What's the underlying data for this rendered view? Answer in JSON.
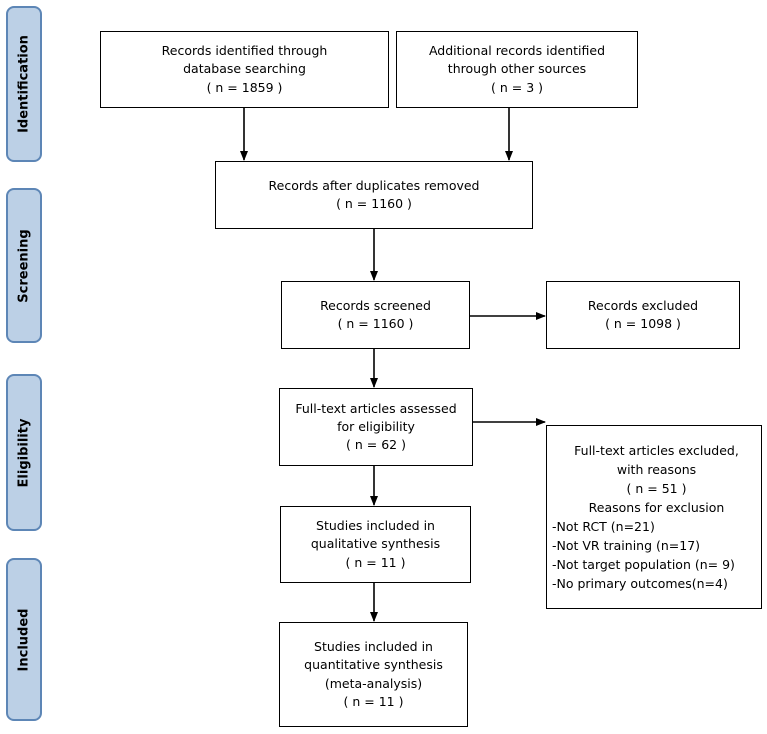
{
  "stages": {
    "identification": "Identification",
    "screening": "Screening",
    "eligibility": "Eligibility",
    "included": "Included"
  },
  "boxes": {
    "db_search": {
      "line1": "Records identified through",
      "line2": "database searching",
      "count": "( n = 1859 )"
    },
    "other_sources": {
      "line1": "Additional records identified",
      "line2": "through other sources",
      "count": "( n = 3 )"
    },
    "after_duplicates": {
      "line1": "Records after duplicates removed",
      "count": "( n = 1160 )"
    },
    "screened": {
      "line1": "Records screened",
      "count": "( n = 1160 )"
    },
    "excluded": {
      "line1": "Records excluded",
      "count": "( n = 1098 )"
    },
    "fulltext_assessed": {
      "line1": "Full-text articles assessed",
      "line2": "for eligibility",
      "count": "( n = 62 )"
    },
    "fulltext_excluded": {
      "line1": "Full-text articles excluded,",
      "line2": "with reasons",
      "count": "( n = 51 )",
      "reasons_title": "Reasons for exclusion",
      "reasons": [
        "-Not RCT (n=21)",
        "-Not VR training (n=17)",
        "-Not target population (n= 9)",
        "-No primary outcomes(n=4)"
      ]
    },
    "qualitative": {
      "line1": "Studies included in",
      "line2": "qualitative synthesis",
      "count": "( n = 11 )"
    },
    "quantitative": {
      "line1": "Studies included in",
      "line2": "quantitative synthesis",
      "line3": "(meta-analysis)",
      "count": "( n = 11 )"
    }
  }
}
